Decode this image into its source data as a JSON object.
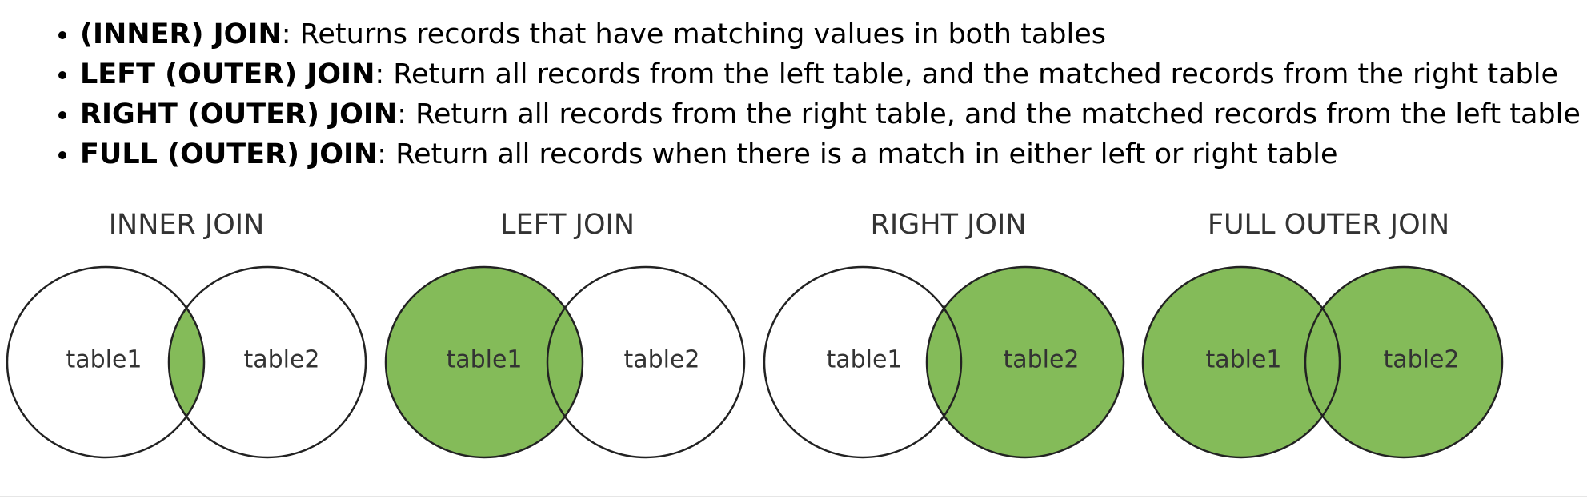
{
  "joins": [
    {
      "term": "(INNER) JOIN",
      "description": ": Returns records that have matching values in both tables"
    },
    {
      "term": "LEFT (OUTER) JOIN",
      "description": ": Return all records from the left table, and the matched records from the right table"
    },
    {
      "term": "RIGHT (OUTER) JOIN",
      "description": ": Return all records from the right table, and the matched records from the left table"
    },
    {
      "term": "FULL (OUTER) JOIN",
      "description": ": Return all records when there is a match in either left or right table"
    }
  ],
  "diagrams": [
    {
      "title": "INNER JOIN",
      "left_label": "table1",
      "right_label": "table2",
      "fill": "intersection"
    },
    {
      "title": "LEFT JOIN",
      "left_label": "table1",
      "right_label": "table2",
      "fill": "left"
    },
    {
      "title": "RIGHT JOIN",
      "left_label": "table1",
      "right_label": "table2",
      "fill": "right"
    },
    {
      "title": "FULL OUTER JOIN",
      "left_label": "table1",
      "right_label": "table2",
      "fill": "both"
    }
  ],
  "colors": {
    "fill_green": "#84bb59",
    "outline": "#222222",
    "label": "#333333"
  }
}
